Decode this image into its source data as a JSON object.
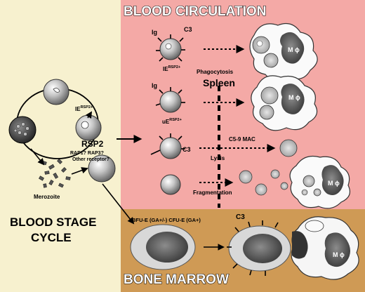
{
  "titles": {
    "blood_circulation": "BLOOD CIRCULATION",
    "bone_marrow": "BONE MARROW",
    "cycle_line1": "BLOOD STAGE",
    "cycle_line2": "CYCLE",
    "spleen": "Spleen"
  },
  "cycle": {
    "ie": "IE",
    "ie_sup": "RSP2+",
    "rsp2": "RSP2",
    "receptors": "RAP1? RAP3?",
    "other_receptor": "Other receptor?",
    "merozoite": "Merozoite"
  },
  "circulation": {
    "row1_ig": "Ig",
    "row1_c3": "C3",
    "row1_ie": "IE",
    "row1_ie_sup": "RSP2+",
    "phagocytosis": "Phagocytosis",
    "row2_ig": "Ig",
    "row2_ue": "uE",
    "row2_ue_sup": "RSP2+",
    "row3_c3": "C3",
    "mac": "C5-9 MAC",
    "lysis": "Lysis",
    "fragmentation": "Fragmentation",
    "macrophage": "M ϕ"
  },
  "marrow": {
    "bfu": "BFU-E (GA+/-) CFU-E (GA+)",
    "c3": "C3",
    "macrophage": "M ϕ"
  },
  "colors": {
    "cycle_bg": "#f7f1cf",
    "circulation_bg": "#f4a9a6",
    "marrow_bg": "#cf9a55"
  }
}
